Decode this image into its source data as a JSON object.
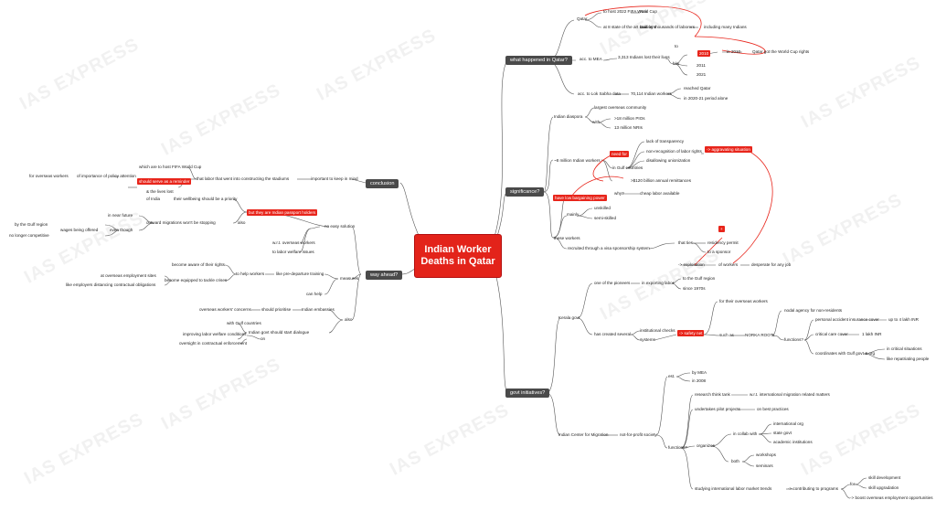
{
  "central": "Indian Worker Deaths in Qatar",
  "watermark": "IAS EXPRESS",
  "topics": {
    "what_happened": "what happened in Qatar?",
    "significance": "significance?",
    "govt_initiatives": "govt initiatives?",
    "way_ahead": "way ahead?",
    "conclusion": "conclusion"
  },
  "what_happened": {
    "qatar": "Qatar",
    "host": "to host 2022 FIFA World Cup",
    "nov": "Nov",
    "state_art": "at 8 state of the art stadiums",
    "built_by": "built by thousands of laborers",
    "including": "including many Indians",
    "to": "to",
    "acc_mea": "acc. to MEA",
    "lakh_lost": "3,313 Indians lost their lives",
    "b_w": "b/w",
    "y2011": "2011",
    "y2021": "2021",
    "y2010": "2010",
    "in2010": "in 2010",
    "qatar_got": "Qatar got the World Cup rights",
    "acc_lok": "acc. to Lok Sabha data",
    "lakh_workers": "70,114 Indian workers",
    "reached": "reached Qatar",
    "period": "in 2020-21 period alone"
  },
  "significance": {
    "diaspora": "Indian diaspora",
    "largest": "largest overseas community",
    "with": "with",
    "pio": ">18 million PIOs",
    "nri": "13 million NRIs",
    "workers": "~8 million Indian workers",
    "need_for": "need for",
    "lack": "lack of transparency",
    "non_recog": "non-recognition of labor rights",
    "disallowing": "disallowing unionization",
    "aggravating": "-> aggravating situation",
    "gulf": "in Gulf countries",
    "remit": ">$120 billion annual remittances",
    "bargaining": "have low bargaining power",
    "why": "why?",
    "cheap": "cheap labor available",
    "mainly": "mainly",
    "unskilled": "unskilled",
    "semi": "semi-skilled",
    "these_workers": "these workers",
    "recruited": "recruited through a visa sponsorship system",
    "that_ties": "that ties",
    "residency": "residency permit",
    "sponsor": "to a sponsor",
    "exploitation": "-> exploitation",
    "of_workers": "of workers",
    "desperate": "desperate for any job",
    "flag": "+"
  },
  "govt": {
    "kerala": "Kerala govt",
    "pioneers": "one of the pioneers",
    "exporting": "in exporting labor",
    "gulf_region": "to the Gulf region",
    "since": "since 1970s",
    "created": "has created several",
    "inst_checks": "institutional checks",
    "systems": "systems",
    "safety": "-> safety net",
    "for_overseas": "for their overseas workers",
    "such_as": "such as",
    "norka": "NORKA ROOTs",
    "nodal": "nodal agency for non-residents",
    "functions": "functions?",
    "accident": "personal accident insurance cover",
    "upto4": "up to 4 lakh INR",
    "critical": "critical care cover",
    "one_lakh": "1 lakh INR",
    "coordinates": "coordinates with Gulf govt & org",
    "in_critical": "in critical situations",
    "repat": "like repatriating people",
    "icm": "Indian Center for Migration",
    "nonprofit": "not-for-profit society",
    "est": "est.",
    "by_mea": "by MEA",
    "y2008": "in 2008",
    "functions2": "functions?",
    "research": "research think tank",
    "intl_mig": "w.r.t. international migration related matters",
    "pilot": "undertakes pilot projects",
    "best_prac": "on best practices",
    "organizes": "organizes",
    "collab": "in collab with",
    "intl_org": "international org",
    "state_govt": "state govt",
    "academic": "academic institutions",
    "both": "both",
    "workshops": "workshops",
    "seminars": "seminars",
    "studying": "studying international labor market trends",
    "contributing": "-> contributing to programs",
    "for": "for",
    "skill_dev": "skill development",
    "skill_up": "skill upgradation",
    "boost": "-> boost overseas employment opportunities"
  },
  "way_ahead": {
    "no_easy": "no easy solution",
    "measures": "measures",
    "pre_dep": "like pre-departure training",
    "help": "to help workers",
    "aware": "become aware of their rights",
    "employment": "at overseas employment sites",
    "equipped": "become equipped to tackle crises",
    "distancing": "like employers distancing contractual obligations",
    "can_help": "can help",
    "also": "also",
    "embassies": "Indian embassies",
    "prioritise": "should prioritise",
    "concerns": "overseas workers' concerns",
    "dialogue": "Indian govt should start dialogue",
    "gulf_c": "with Gulf countries",
    "on": "on",
    "improving": "improving labor welfare conditions",
    "oversight": "oversight in contractual enforcement",
    "but_return": "but they are Indian passport holders",
    "wrt": "w.r.t. overseas workers",
    "labor_issues": "to labor welfare issues",
    "also2": "also",
    "wellbeing": "their wellbeing should be a priority",
    "of_india": "of India",
    "outward": "outward migrations won't be stopping",
    "near_future": "in near future",
    "even": "even though",
    "wages": "wages being offered",
    "by_gulf": "by the Gulf region",
    "no_longer": "no longer competitive"
  },
  "conclusion": {
    "important": "important to keep in mind",
    "labor_sweat": "that labor that went into constructing the stadiums",
    "which": "which are to host FIFA World Cup",
    "attention": "of importance of policy attention",
    "should_serve": "should serve as a reminder",
    "for_overseas": "for overseas workers",
    "lost": "& the lives lost"
  }
}
